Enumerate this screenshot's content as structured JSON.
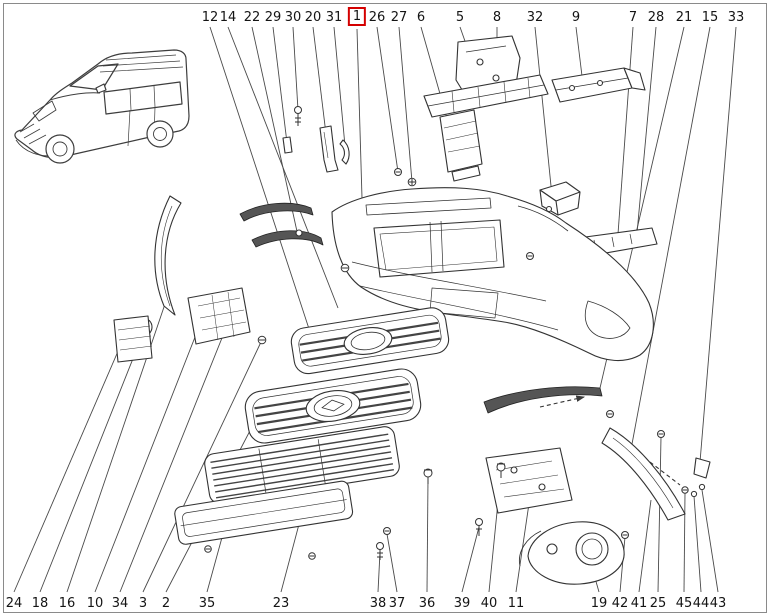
{
  "page": {
    "background": "#ffffff"
  },
  "callouts": {
    "selected_label": "1",
    "top": [
      "12",
      "14",
      "22",
      "29",
      "30",
      "20",
      "31",
      "1",
      "26",
      "27",
      "6",
      "5",
      "8",
      "32",
      "9",
      "7",
      "28",
      "21",
      "15",
      "33"
    ],
    "bottom": [
      "24",
      "18",
      "16",
      "10",
      "34",
      "3",
      "2",
      "35",
      "23",
      "38",
      "37",
      "36",
      "39",
      "40",
      "11",
      "19",
      "42",
      "41",
      "25",
      "45",
      "44",
      "43"
    ]
  },
  "colors": {
    "highlight": "#d40000",
    "line_color": "#3a3a3a",
    "frame_color": "#8a8a8a"
  },
  "diagram": {
    "vehicle_thumbnail": "car-front-three-quarter-view"
  }
}
